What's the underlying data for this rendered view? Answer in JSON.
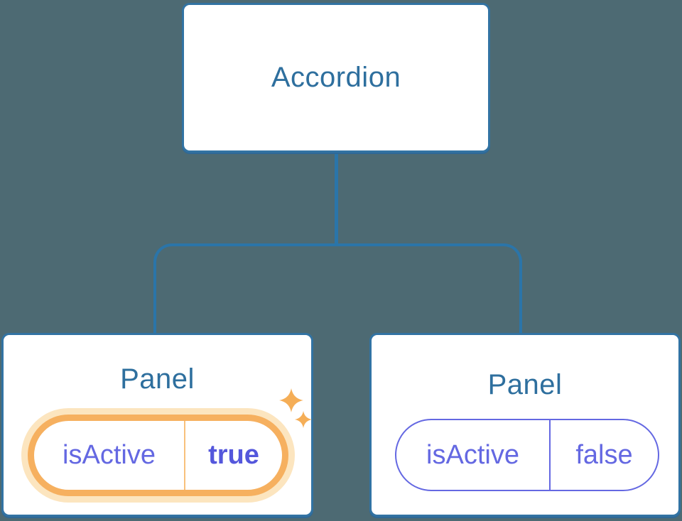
{
  "diagram": {
    "description": "Component tree: Accordion root with two Panel children holding isActive state",
    "colors": {
      "background": "#4d6a73",
      "node_fill": "#ffffff",
      "node_border": "#3273a3",
      "connector": "#2b75a9",
      "title_text": "#2e6f9e",
      "state_text": "#6468e2",
      "state_value_active_text": "#5457dc",
      "highlight_border": "#f6b05f",
      "highlight_halo": "#fce5bf",
      "highlight_divider": "#f8c17c",
      "sparkle": "#f5ae57"
    },
    "root": {
      "label": "Accordion"
    },
    "panels": [
      {
        "title": "Panel",
        "state_key": "isActive",
        "state_value": "true",
        "highlighted": true
      },
      {
        "title": "Panel",
        "state_key": "isActive",
        "state_value": "false",
        "highlighted": false
      }
    ]
  }
}
